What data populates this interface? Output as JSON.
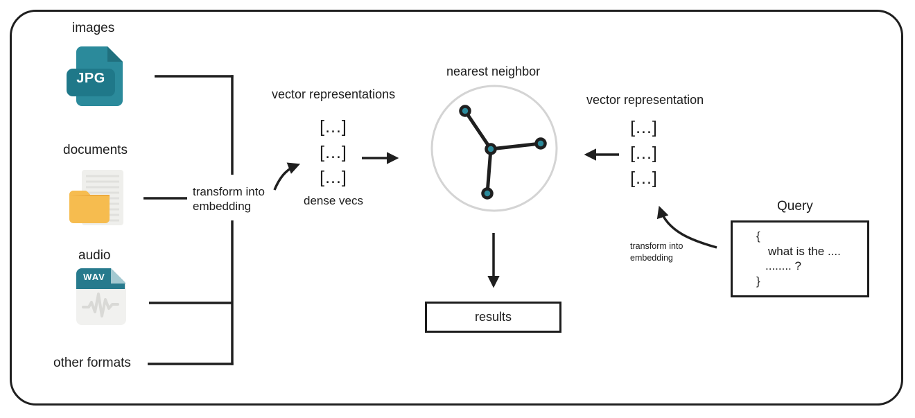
{
  "sources": [
    {
      "label": "images",
      "icon": "jpg-file-icon",
      "badge": "JPG"
    },
    {
      "label": "documents",
      "icon": "documents-icon"
    },
    {
      "label": "audio",
      "icon": "wav-file-icon",
      "badge": "WAV"
    },
    {
      "label": "other formats"
    }
  ],
  "transform_left": {
    "line1": "transform into",
    "line2": "embedding"
  },
  "vectors_left": {
    "title": "vector representations",
    "brackets": [
      "[...]",
      "[...]",
      "[...]"
    ],
    "caption": "dense vecs"
  },
  "nearest_neighbor": {
    "title": "nearest neighbor"
  },
  "results_label": "results",
  "vectors_right": {
    "title": "vector representation",
    "brackets": [
      "[...]",
      "[...]",
      "[...]"
    ]
  },
  "transform_right": {
    "line1": "transform into",
    "line2": "embedding"
  },
  "query": {
    "title": "Query",
    "lines": [
      "{",
      "what is the ....",
      "........ ?",
      "}"
    ]
  },
  "icons": [
    "jpg-file-icon",
    "documents-icon",
    "wav-file-icon",
    "nearest-neighbor-graph-icon"
  ],
  "colors": {
    "line_black": "#1f1f1f",
    "accent_teal": "#2b8a9b",
    "badge_teal": "#1f7889",
    "wav_header_teal": "#277a8d",
    "folder_yellow": "#f6bc4f",
    "folder_tab_yellow": "#eda93c",
    "paper_gray": "#efefec",
    "circle_gray": "#d4d4d4"
  }
}
